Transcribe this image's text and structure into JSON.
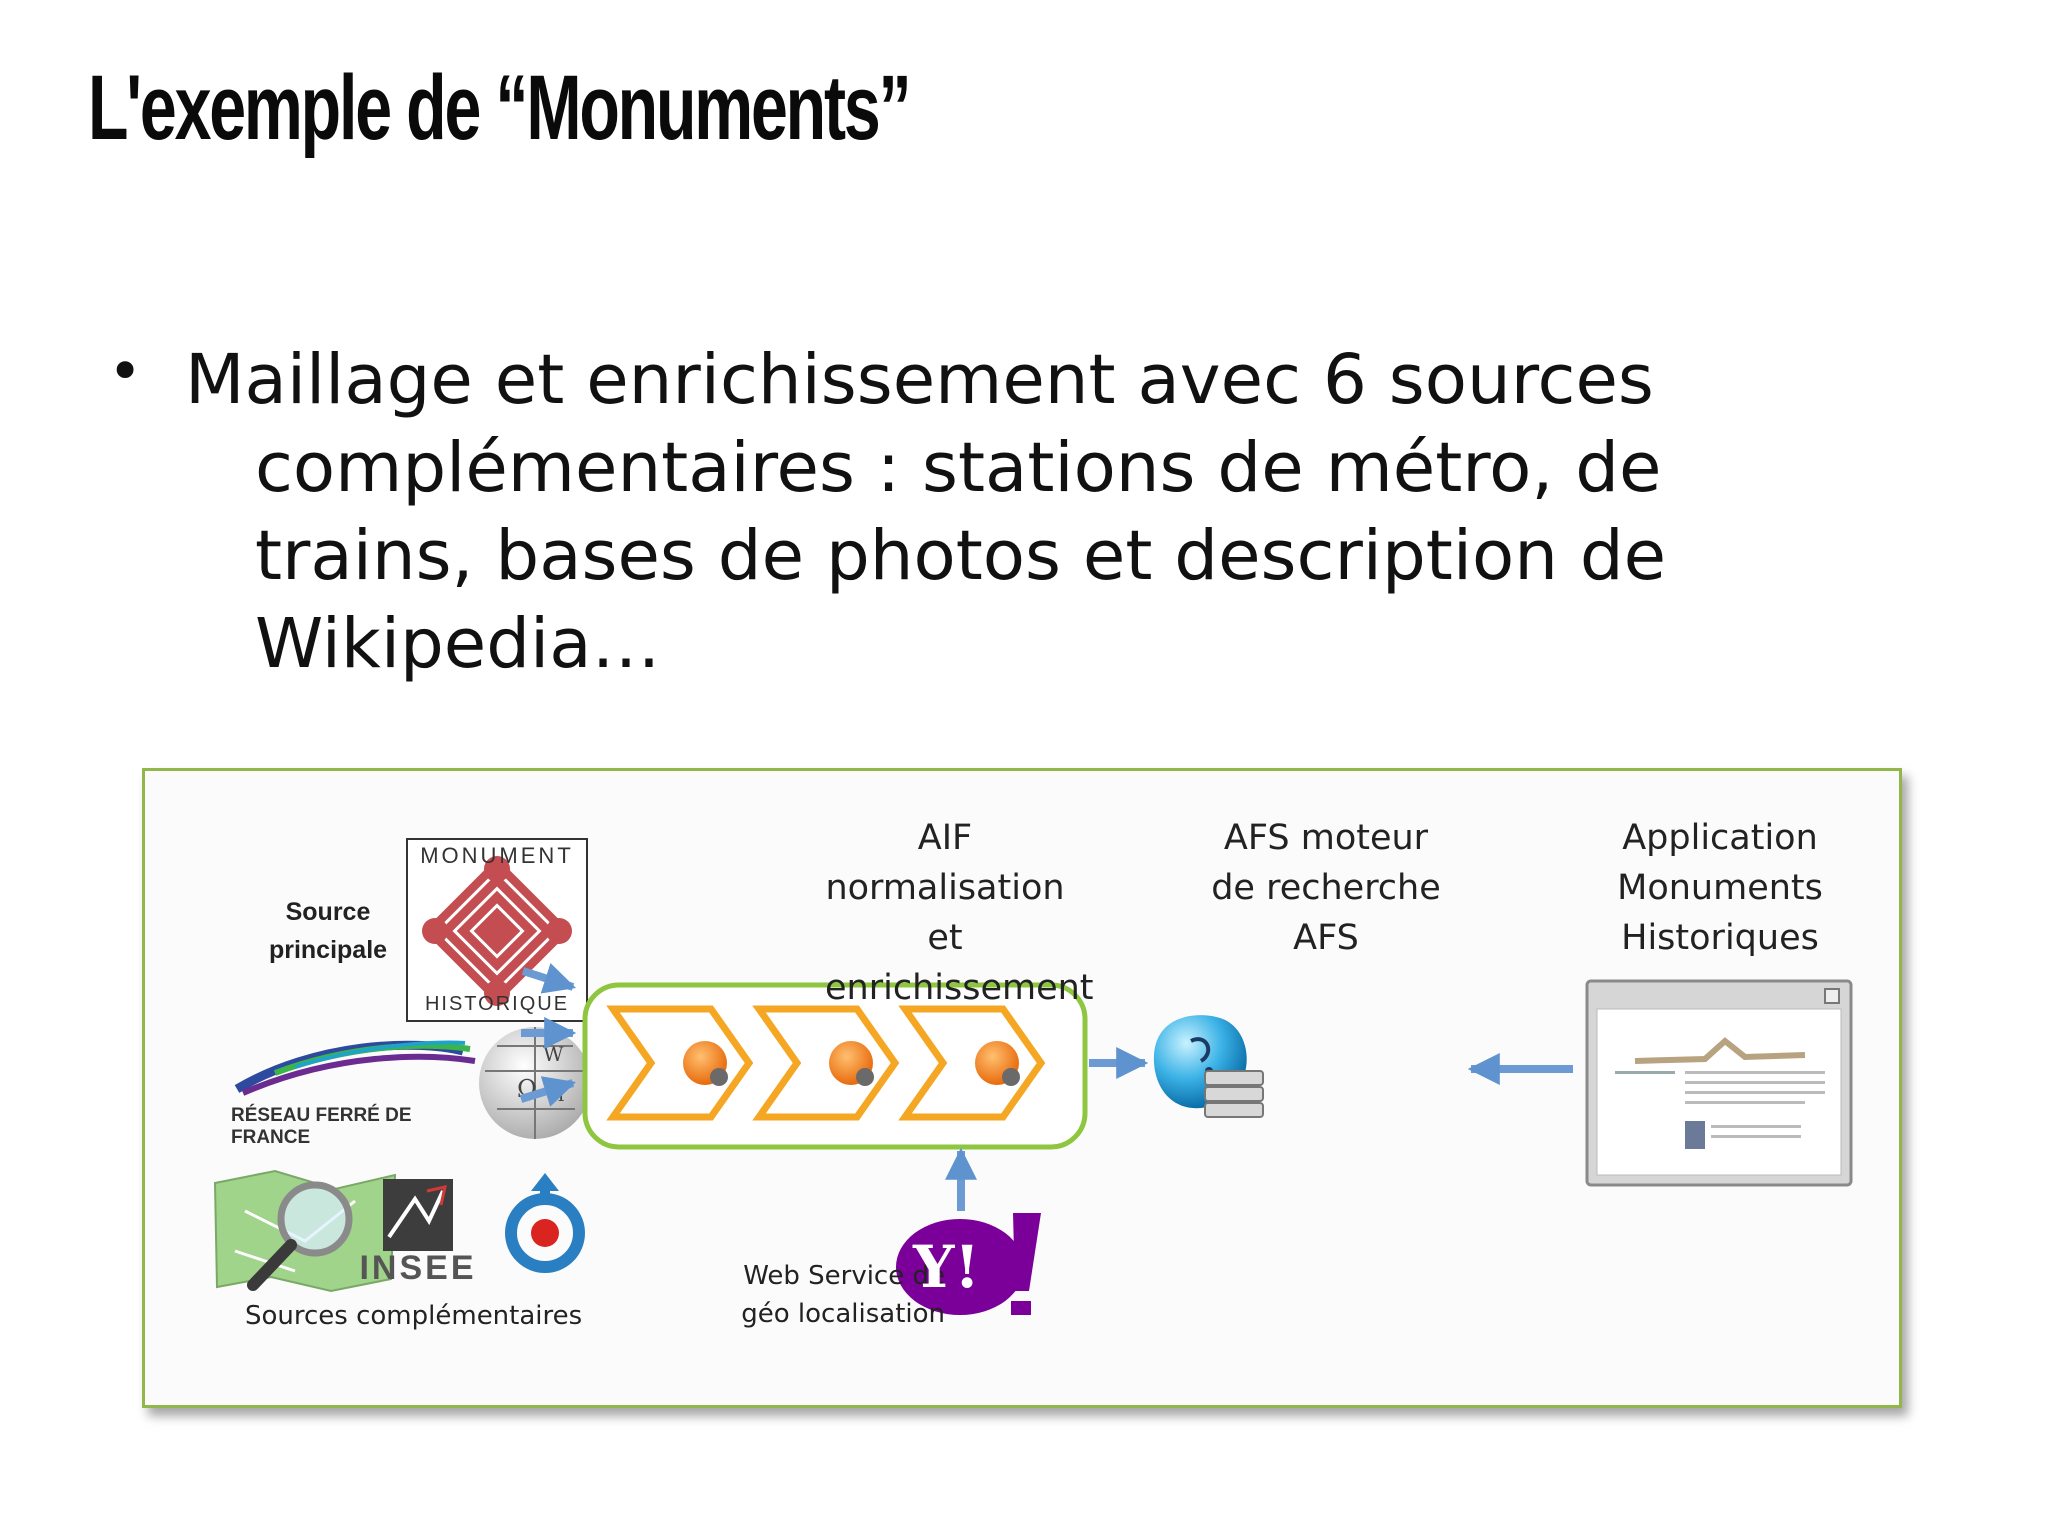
{
  "slide": {
    "title": "L'exemple de “Monuments”",
    "bullet": "Maillage et enrichissement avec 6 sources complémentaires : stations de métro, de trains, bases de photos et description de Wikipedia…"
  },
  "diagram": {
    "source_label": "Source principale",
    "monument_logo": {
      "top": "MONUMENT",
      "bottom": "HISTORIQUE"
    },
    "rff_logo_text": "RÉSEAU FERRÉ DE FRANCE",
    "insee_logo_text": "INSEE",
    "complementary_label": "Sources complémentaires",
    "stages": [
      {
        "label": "AIF normalisation et enrichissement"
      },
      {
        "label": "AFS moteur de recherche AFS"
      },
      {
        "label": "Application Monuments Historiques"
      }
    ],
    "geo_label": "Web Service de géo localisation",
    "yahoo_logo_text": "Y!",
    "icons": [
      "monument-historique-logo",
      "rff-logo",
      "wikipedia-globe-icon",
      "openstreetmap-icon",
      "insee-logo",
      "wikimedia-commons-icon",
      "yahoo-logo",
      "afs-search-engine-icon",
      "web-browser-screenshot"
    ],
    "colors": {
      "frame_border": "#93b64a",
      "pipeline_border": "#8ec63f",
      "chevron": "#f5a623",
      "arrow": "#6b9bd2",
      "yahoo": "#7b0099",
      "monument": "#b9474c"
    }
  }
}
